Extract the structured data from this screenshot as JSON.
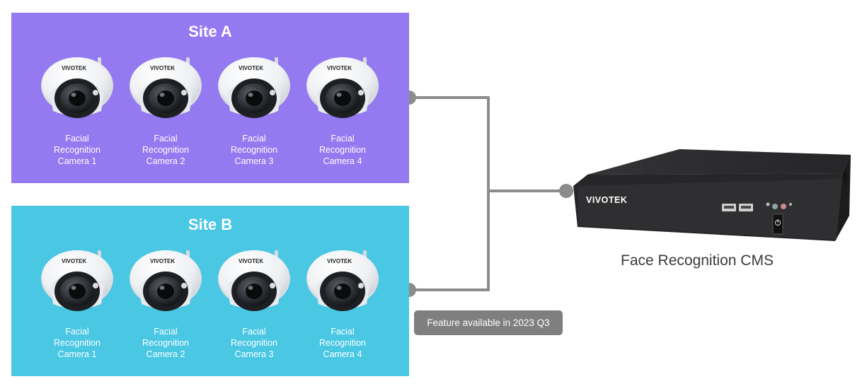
{
  "sites": [
    {
      "title": "Site A",
      "color": "#9479f0",
      "cameras": [
        {
          "line1": "Facial",
          "line2": "Recognition",
          "line3": "Camera  1"
        },
        {
          "line1": "Facial",
          "line2": "Recognition",
          "line3": "Camera  2"
        },
        {
          "line1": "Facial",
          "line2": "Recognition",
          "line3": "Camera  3"
        },
        {
          "line1": "Facial",
          "line2": "Recognition",
          "line3": "Camera  4"
        }
      ]
    },
    {
      "title": "Site B",
      "color": "#49c7e3",
      "cameras": [
        {
          "line1": "Facial",
          "line2": "Recognition",
          "line3": "Camera  1"
        },
        {
          "line1": "Facial",
          "line2": "Recognition",
          "line3": "Camera  2"
        },
        {
          "line1": "Facial",
          "line2": "Recognition",
          "line3": "Camera  3"
        },
        {
          "line1": "Facial",
          "line2": "Recognition",
          "line3": "Camera  4"
        }
      ]
    }
  ],
  "cms": {
    "label": "Face Recognition CMS",
    "brand": "VIVOTEK"
  },
  "camera_brand": "VIVOTEK",
  "feature_badge": "Feature available  in 2023 Q3",
  "connector_color": "#8c8c8c"
}
